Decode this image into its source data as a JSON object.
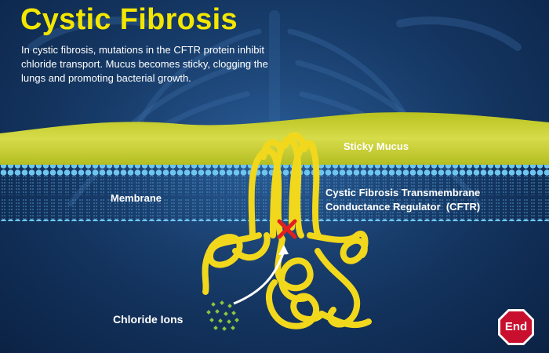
{
  "title": "Cystic Fibrosis",
  "description": "In cystic fibrosis, mutations in the CFTR protein inhibit chloride transport. Mucus becomes sticky, clogging the lungs and promoting bacterial growth.",
  "labels": {
    "mucus": "Sticky Mucus",
    "membrane": "Membrane",
    "cftr_line1": "Cystic Fibrosis Transmembrane",
    "cftr_line2": "Conductance Regulator  (CFTR)",
    "ions": "Chloride Ions"
  },
  "end_button": {
    "label": "End"
  },
  "colors": {
    "title": "#f3e600",
    "mucus": "#c9d232",
    "membrane": "#6ec6f0",
    "protein": "#f2d81c",
    "blocked": "#e02020",
    "ions": "#8ec63f",
    "end_button": "#c8102e"
  },
  "icons": {
    "blocked": "red-x-icon",
    "end": "stop-sign-icon",
    "flow": "curved-arrow-icon"
  }
}
